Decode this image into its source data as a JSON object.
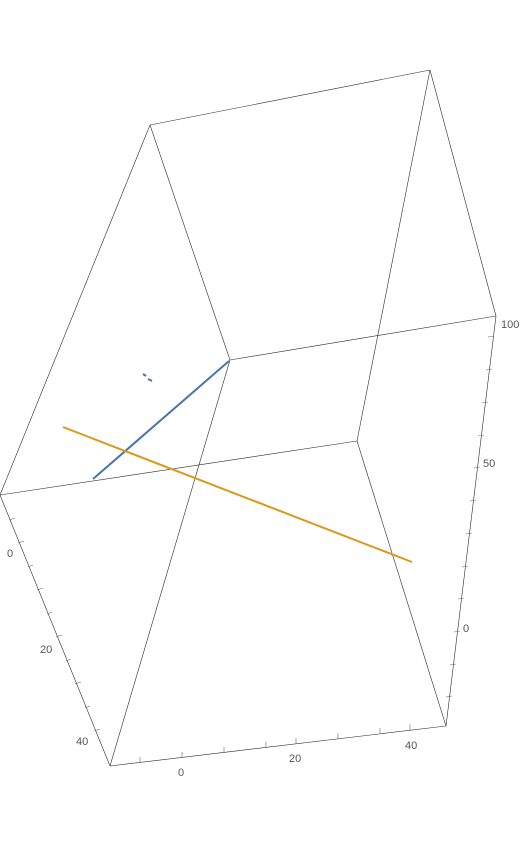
{
  "chart_data": {
    "type": "line",
    "dimensions": 3,
    "axes": {
      "x": {
        "ticks": [
          0,
          20,
          40
        ],
        "tick_labels": [
          "0",
          "20",
          "40"
        ]
      },
      "y": {
        "ticks": [
          0,
          20,
          40
        ],
        "tick_labels": [
          "0",
          "20",
          "40"
        ]
      },
      "z": {
        "ticks": [
          0,
          50,
          100
        ],
        "tick_labels": [
          "0",
          "50",
          "100"
        ]
      }
    },
    "grid": false,
    "legend": "none",
    "series": [
      {
        "color": "#4a74b0",
        "segments": [
          "main-line",
          "small-dash"
        ]
      },
      {
        "color": "#d99a1c",
        "segments": [
          "main-line"
        ]
      }
    ]
  }
}
